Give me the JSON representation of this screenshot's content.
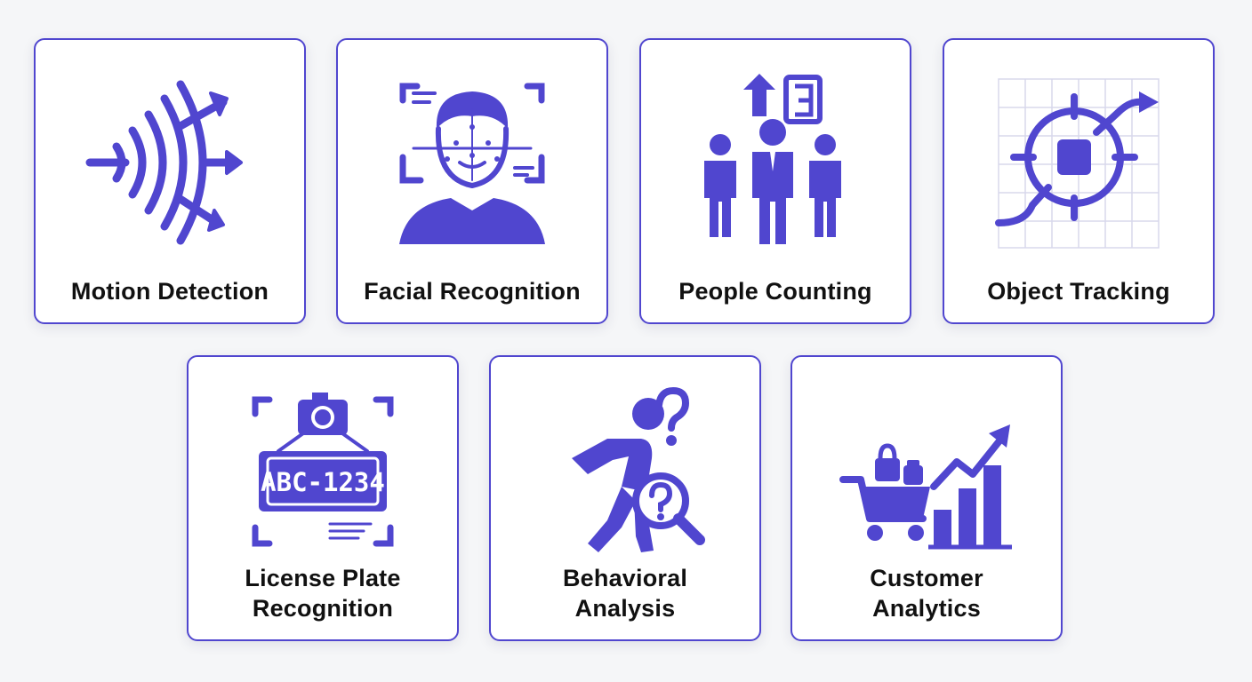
{
  "accent_color": "#5046cf",
  "background_color": "#f5f6f8",
  "cards": [
    {
      "id": "motion-detection",
      "icon": "motion-waves-icon",
      "lines": [
        "Motion Detection"
      ]
    },
    {
      "id": "facial-recognition",
      "icon": "face-scan-icon",
      "lines": [
        "Facial Recognition"
      ]
    },
    {
      "id": "people-counting",
      "icon": "people-count-icon",
      "lines": [
        "People Counting"
      ]
    },
    {
      "id": "object-tracking",
      "icon": "target-tracking-icon",
      "lines": [
        "Object Tracking"
      ]
    },
    {
      "id": "license-plate-recognition",
      "icon": "license-plate-camera-icon",
      "lines": [
        "License Plate",
        "Recognition"
      ]
    },
    {
      "id": "behavioral-analysis",
      "icon": "person-magnifier-icon",
      "lines": [
        "Behavioral",
        "Analysis"
      ]
    },
    {
      "id": "customer-analytics",
      "icon": "cart-growth-chart-icon",
      "lines": [
        "Customer",
        "Analytics"
      ]
    }
  ]
}
